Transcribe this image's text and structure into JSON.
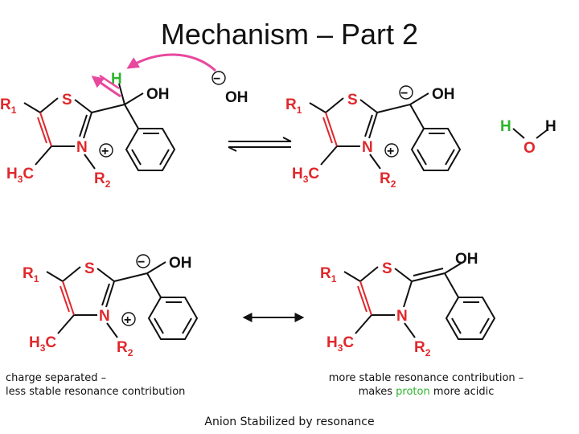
{
  "title": "Mechanism – Part 2",
  "atoms": {
    "S": "S",
    "N": "N",
    "R1": "R",
    "R2": "R",
    "sub1": "1",
    "sub2": "2",
    "H3C_a": "H",
    "H3C_sub": "3",
    "H3C_b": "C",
    "OH": "OH",
    "H": "H",
    "O": "O",
    "plus": "+",
    "minus": "−"
  },
  "captions": {
    "left_line1": "charge separated –",
    "left_line2": "less stable resonance contribution",
    "right_line1": "more stable resonance contribution –",
    "right_pre": "makes ",
    "right_highlight": "proton",
    "right_post": " more acidic",
    "bottom": "Anion Stabilized by resonance"
  },
  "colors": {
    "ring_atoms": "#e0282c",
    "arrow": "#e8489e",
    "highlight": "#2db52d",
    "bonds": "#111111"
  }
}
